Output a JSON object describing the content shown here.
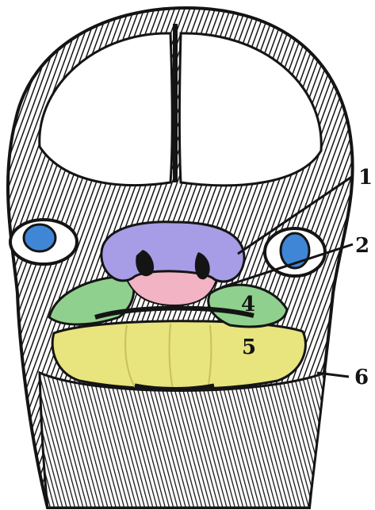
{
  "figure": {
    "labels": [
      {
        "id": "label-1",
        "text": "1"
      },
      {
        "id": "label-2",
        "text": "2"
      },
      {
        "id": "label-4",
        "text": "4"
      },
      {
        "id": "label-5",
        "text": "5"
      },
      {
        "id": "label-6",
        "text": "6"
      }
    ]
  },
  "colors": {
    "background": "#ffffff",
    "ink": "#141414",
    "eye": "#3f86d6",
    "nasal_process": "#a79ce6",
    "nasal_pink": "#f2b3c4",
    "maxillary": "#8fd08e",
    "mandibular": "#e8e47e",
    "forehead": "#ffffff"
  }
}
